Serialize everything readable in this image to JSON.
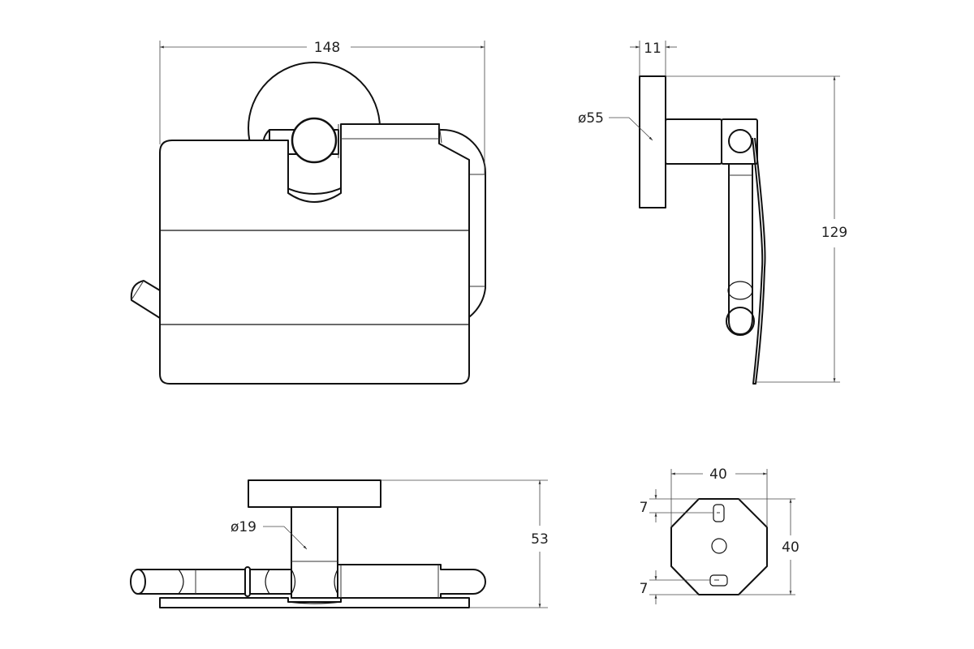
{
  "colors": {
    "line": "#111111",
    "dimension": "#444444",
    "background": "#ffffff"
  },
  "views": {
    "front": {
      "width_dim": "148"
    },
    "side": {
      "thickness_dim": "11",
      "diameter_dim": "ø55",
      "height_dim": "129"
    },
    "top": {
      "diameter_dim": "ø19",
      "depth_dim": "53"
    },
    "base": {
      "width_dim": "40",
      "height_dim": "40",
      "hole_offset_top": "7",
      "hole_offset_bottom": "7"
    }
  }
}
